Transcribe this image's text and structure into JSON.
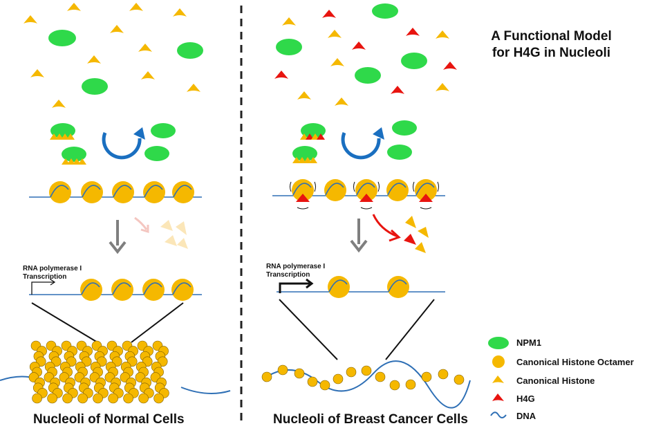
{
  "title": {
    "line1": "A Functional Model",
    "line2": "for H4G in Nucleoli"
  },
  "panels": {
    "normal": {
      "caption": "Nucleoli of Normal Cells",
      "label_line1": "RNA polymerase I",
      "label_line2": "Transcription"
    },
    "cancer": {
      "caption": "Nucleoli of Breast Cancer Cells",
      "label_line1": "RNA polymerase I",
      "label_line2": "Transcription"
    }
  },
  "legend": [
    {
      "label": "NPM1",
      "icon": "npm1-icon",
      "color": "#2fd94a"
    },
    {
      "label": "Canonical Histone Octamer",
      "icon": "histone-octamer-icon",
      "color": "#f5b800"
    },
    {
      "label": "Canonical Histone",
      "icon": "canonical-histone-icon",
      "color": "#f5b800"
    },
    {
      "label": "H4G",
      "icon": "h4g-icon",
      "color": "#e8140f"
    },
    {
      "label": "DNA",
      "icon": "dna-icon",
      "color": "#2e6fb5"
    }
  ],
  "colors": {
    "npm1": "#2fd94a",
    "histone": "#f5b800",
    "h4g": "#e8140f",
    "dna": "#2e6fb5",
    "recycle_arrow": "#1a6fc0",
    "gray_arrow": "#7f7f7f"
  }
}
